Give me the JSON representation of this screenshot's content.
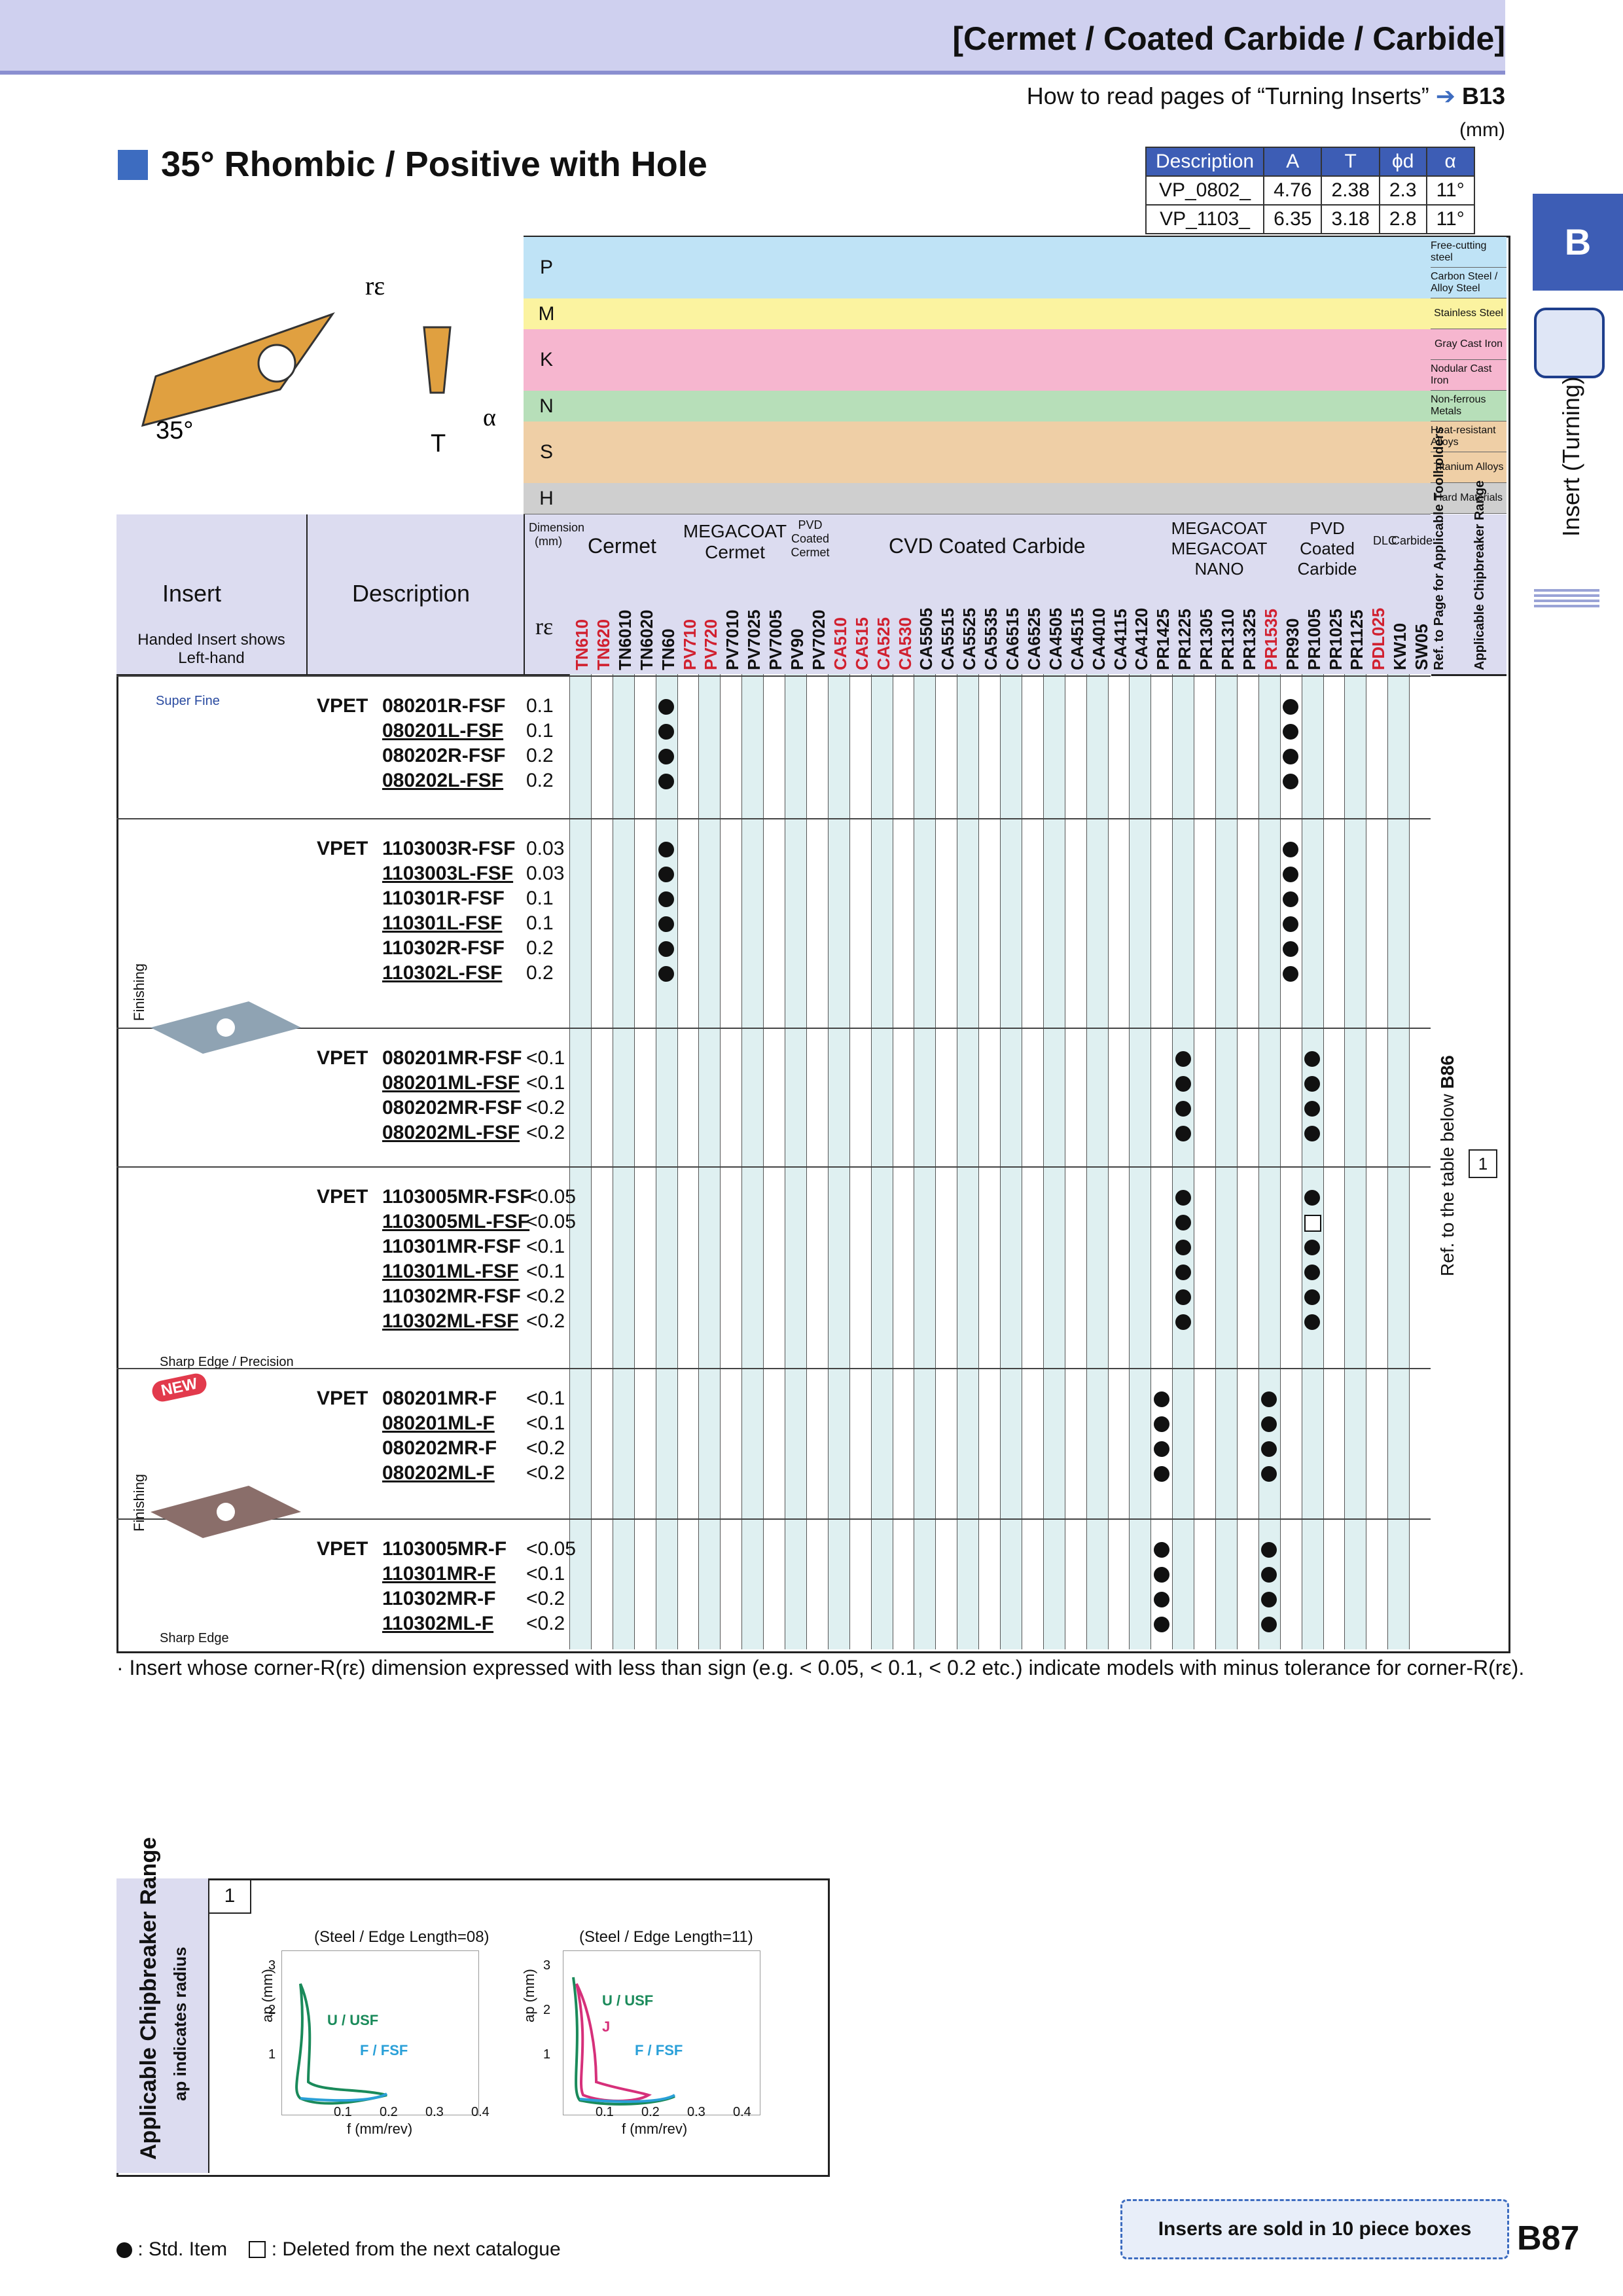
{
  "header": {
    "category": "[Cermet / Coated Carbide / Carbide]",
    "howto": "How to read pages of “Turning Inserts”",
    "howto_ref": "B13",
    "unit": "(mm)"
  },
  "side": {
    "tab": "B",
    "section": "Insert (Turning)"
  },
  "title": "35° Rhombic / Positive with Hole",
  "spec_table": {
    "headers": [
      "Description",
      "A",
      "T",
      "ϕd",
      "α"
    ],
    "rows": [
      [
        "VP_0802_",
        "4.76",
        "2.38",
        "2.3",
        "11°"
      ],
      [
        "VP_1103_",
        "6.35",
        "3.18",
        "2.8",
        "11°"
      ]
    ]
  },
  "materials": [
    {
      "letter": "P",
      "labels": [
        "Free-cutting steel",
        "Carbon Steel / Alloy Steel"
      ],
      "color": "#bfe3f6"
    },
    {
      "letter": "M",
      "labels": [
        "Stainless Steel"
      ],
      "color": "#fbf3a0"
    },
    {
      "letter": "K",
      "labels": [
        "Gray Cast Iron",
        "Nodular Cast Iron"
      ],
      "color": "#f6b6cf"
    },
    {
      "letter": "N",
      "labels": [
        "Non-ferrous Metals"
      ],
      "color": "#b7dfb9"
    },
    {
      "letter": "S",
      "labels": [
        "Heat-resistant Alloys",
        "Titanium Alloys"
      ],
      "color": "#efcfa6"
    },
    {
      "letter": "H",
      "labels": [
        "Hard Materials"
      ],
      "color": "#cfcfcf"
    }
  ],
  "table_header": {
    "insert": "Insert",
    "handed": "Handed Insert shows Left-hand",
    "description": "Description",
    "dimension": "Dimension (mm)",
    "re": "rε",
    "cermet": "Cermet",
    "megacoat_cermet": "MEGACOAT Cermet",
    "pvd_cermet": "PVD Coated Cermet",
    "cvd": "CVD Coated Carbide",
    "megacoat_nano": "MEGACOAT MEGACOAT NANO",
    "pvd_carbide": "PVD Coated Carbide",
    "dlc": "DLC",
    "carbide": "Carbide",
    "ref_holders": "Ref. to Page for Applicable Toolholders",
    "chip_range": "Applicable Chipbreaker Range"
  },
  "grades": [
    "TN610",
    "TN620",
    "TN6010",
    "TN6020",
    "TN60",
    "PV710",
    "PV720",
    "PV7010",
    "PV7025",
    "PV7005",
    "PV90",
    "PV7020",
    "CA510",
    "CA515",
    "CA525",
    "CA530",
    "CA5505",
    "CA5515",
    "CA5525",
    "CA5535",
    "CA6515",
    "CA6525",
    "CA4505",
    "CA4515",
    "CA4010",
    "CA4115",
    "CA4120",
    "PR1425",
    "PR1225",
    "PR1305",
    "PR1310",
    "PR1325",
    "PR1535",
    "PR930",
    "PR1005",
    "PR1025",
    "PR1125",
    "PDL025",
    "KW10",
    "SW05"
  ],
  "groups": [
    {
      "chipbreaker": "Super Fine",
      "rows": [
        [
          "VPET",
          "080201R-FSF",
          "0.1"
        ],
        [
          "",
          "080201L-FSF",
          "0.1"
        ],
        [
          "",
          "080202R-FSF",
          "0.2"
        ],
        [
          "",
          "080202L-FSF",
          "0.2"
        ]
      ]
    },
    {
      "chipbreaker": "",
      "rows": [
        [
          "VPET",
          "1103003R-FSF",
          "0.03"
        ],
        [
          "",
          "1103003L-FSF",
          "0.03"
        ],
        [
          "",
          "110301R-FSF",
          "0.1"
        ],
        [
          "",
          "110301L-FSF",
          "0.1"
        ],
        [
          "",
          "110302R-FSF",
          "0.2"
        ],
        [
          "",
          "110302L-FSF",
          "0.2"
        ]
      ]
    },
    {
      "chipbreaker": "",
      "rows": [
        [
          "VPET",
          "080201MR-FSF",
          "<0.1"
        ],
        [
          "",
          "080201ML-FSF",
          "<0.1"
        ],
        [
          "",
          "080202MR-FSF",
          "<0.2"
        ],
        [
          "",
          "080202ML-FSF",
          "<0.2"
        ]
      ]
    },
    {
      "chipbreaker": "Sharp Edge / Precision",
      "rows": [
        [
          "VPET",
          "1103005MR-FSF",
          "<0.05"
        ],
        [
          "",
          "1103005ML-FSF",
          "<0.05"
        ],
        [
          "",
          "110301MR-FSF",
          "<0.1"
        ],
        [
          "",
          "110301ML-FSF",
          "<0.1"
        ],
        [
          "",
          "110302MR-FSF",
          "<0.2"
        ],
        [
          "",
          "110302ML-FSF",
          "<0.2"
        ]
      ]
    },
    {
      "chipbreaker": "",
      "rows": [
        [
          "VPET",
          "080201MR-F",
          "<0.1"
        ],
        [
          "",
          "080201ML-F",
          "<0.1"
        ],
        [
          "",
          "080202MR-F",
          "<0.2"
        ],
        [
          "",
          "080202ML-F",
          "<0.2"
        ]
      ]
    },
    {
      "chipbreaker": "Sharp Edge",
      "rows": [
        [
          "VPET",
          "1103005MR-F",
          "<0.05"
        ],
        [
          "",
          "110301MR-F",
          "<0.1"
        ],
        [
          "",
          "110302MR-F",
          "<0.2"
        ],
        [
          "",
          "110302ML-F",
          "<0.2"
        ]
      ]
    }
  ],
  "labels": {
    "finishing": "Finishing",
    "new": "NEW",
    "ref_below": "Ref. to the table below",
    "ref_page": "B86",
    "chip_num": "1"
  },
  "note": "· Insert whose corner-R(rε) dimension expressed with less than sign (e.g. < 0.05, < 0.1, < 0.2 etc.) indicate models with minus tolerance for corner-R(rε).",
  "chip_section": {
    "title": "Applicable Chipbreaker Range",
    "subtitle": "ap indicates radius",
    "num": "1",
    "chart1": "(Steel / Edge Length=08)",
    "chart2": "(Steel / Edge Length=11)",
    "ylabel": "ap (mm)",
    "xlabel": "f (mm/rev)",
    "xticks": [
      "0.1",
      "0.2",
      "0.3",
      "0.4"
    ],
    "yticks": [
      "1",
      "2",
      "3"
    ],
    "usf": "U / USF",
    "fsf": "F / FSF",
    "j": "J"
  },
  "legend": {
    "std": ": Std. Item",
    "deleted": ": Deleted from the next catalogue"
  },
  "piece_box": "Inserts are sold in 10 piece boxes",
  "page": "B87"
}
